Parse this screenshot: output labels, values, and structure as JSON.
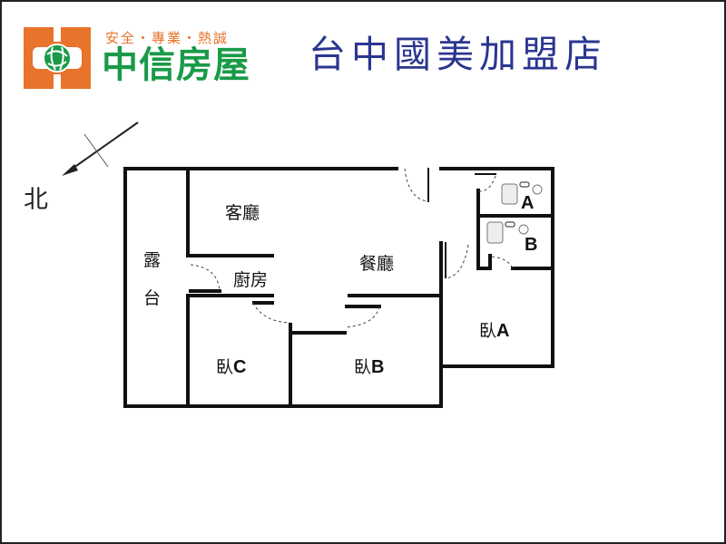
{
  "header": {
    "brand_slogan": "安全・專業・熱誠",
    "brand_name": "中信房屋",
    "store_name": "台中國美加盟店",
    "colors": {
      "brand_orange": "#e8732a",
      "brand_green": "#1a9a48",
      "store_blue": "#2b3690"
    }
  },
  "compass": {
    "label": "北",
    "icon": "north-arrow-icon"
  },
  "floorplan": {
    "rooms": [
      {
        "id": "living-room",
        "label": "客廳"
      },
      {
        "id": "dining-room",
        "label": "餐廳"
      },
      {
        "id": "kitchen",
        "label": "廚房"
      },
      {
        "id": "balcony",
        "label_top": "露",
        "label_bottom": "台"
      },
      {
        "id": "bathroom-a",
        "label": "A"
      },
      {
        "id": "bathroom-b",
        "label": "B"
      },
      {
        "id": "bedroom-a",
        "label_cn": "臥",
        "label_letter": "A"
      },
      {
        "id": "bedroom-b",
        "label_cn": "臥",
        "label_letter": "B"
      },
      {
        "id": "bedroom-c",
        "label_cn": "臥",
        "label_letter": "C"
      }
    ]
  }
}
